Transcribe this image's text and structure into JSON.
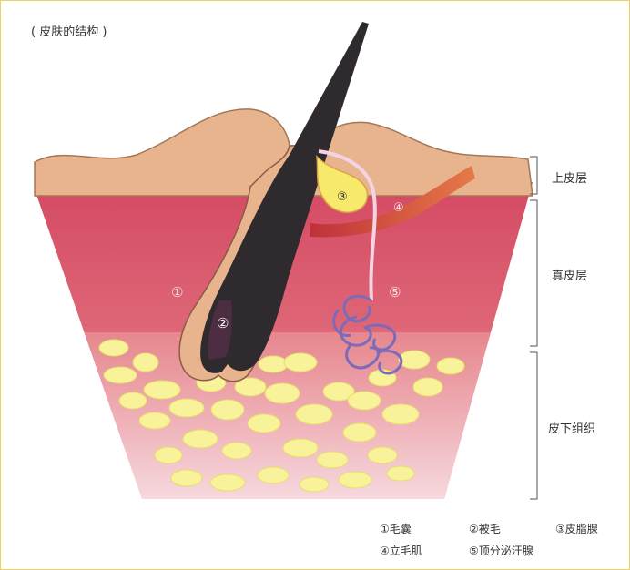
{
  "title": "( 皮肤的结构 )",
  "layers": {
    "epidermis": "上皮层",
    "dermis": "真皮层",
    "subcutaneous": "皮下组织"
  },
  "markers": {
    "m1": "①",
    "m2": "②",
    "m3": "③",
    "m4": "④",
    "m5": "⑤"
  },
  "legend": {
    "l1": "①毛囊",
    "l2": "②被毛",
    "l3": "③皮脂腺",
    "l4": "④立毛肌",
    "l5": "⑤顶分泌汗腺"
  },
  "colors": {
    "epidermis": "#e7b48d",
    "dermis": "#d9546d",
    "fat": "#f6f08e",
    "hair": "#2f2a2d",
    "muscle": "#b92a2f",
    "sweat_gland": "#7b6bb8",
    "frame": "#f0d060"
  }
}
